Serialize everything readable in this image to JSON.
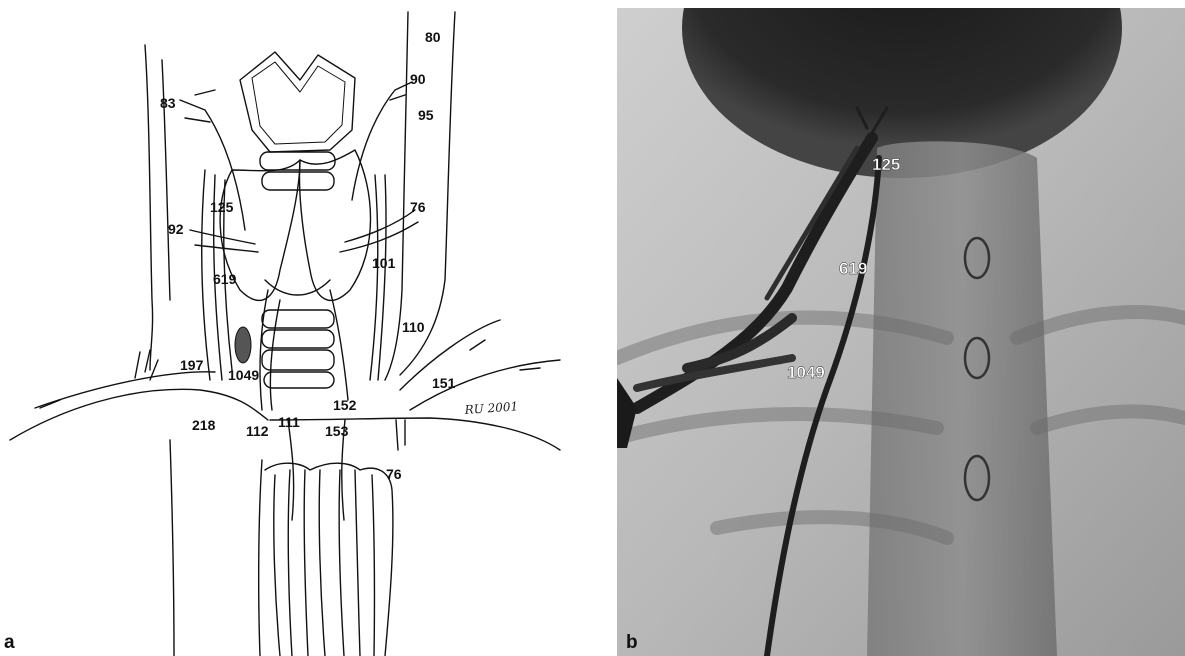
{
  "panel_a": {
    "panel_label": "a",
    "signature": "RU 2001",
    "labels": [
      {
        "id": "80",
        "text": "80"
      },
      {
        "id": "90",
        "text": "90"
      },
      {
        "id": "95",
        "text": "95"
      },
      {
        "id": "83",
        "text": "83"
      },
      {
        "id": "125",
        "text": "125"
      },
      {
        "id": "76a",
        "text": "76"
      },
      {
        "id": "92",
        "text": "92"
      },
      {
        "id": "101",
        "text": "101"
      },
      {
        "id": "619",
        "text": "619"
      },
      {
        "id": "110",
        "text": "110"
      },
      {
        "id": "197",
        "text": "197"
      },
      {
        "id": "1049",
        "text": "1049"
      },
      {
        "id": "151",
        "text": "151"
      },
      {
        "id": "152",
        "text": "152"
      },
      {
        "id": "218",
        "text": "218"
      },
      {
        "id": "112",
        "text": "112"
      },
      {
        "id": "111",
        "text": "111"
      },
      {
        "id": "153",
        "text": "153"
      },
      {
        "id": "76b",
        "text": "76"
      }
    ]
  },
  "panel_b": {
    "panel_label": "b",
    "labels": [
      {
        "id": "125",
        "text": "125"
      },
      {
        "id": "619",
        "text": "619"
      },
      {
        "id": "1049",
        "text": "1049"
      }
    ]
  },
  "colors": {
    "ink": "#111111",
    "marker": "#555555",
    "xray_bg": "#bdbdbd",
    "xray_dark": "#1a1a1a"
  }
}
